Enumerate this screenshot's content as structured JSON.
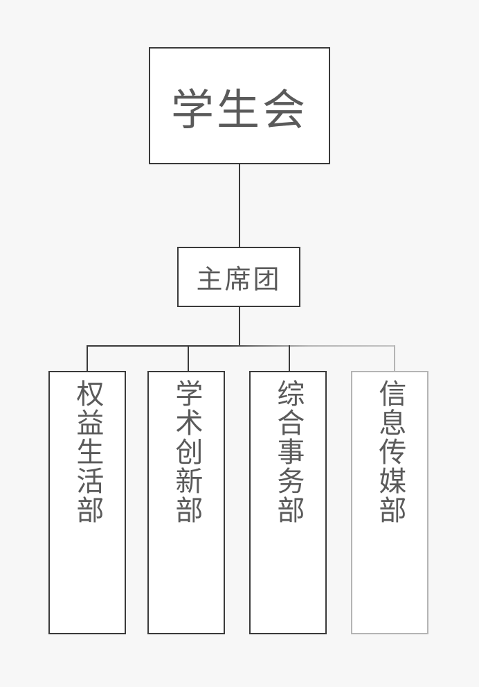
{
  "chart": {
    "type": "organization-chart",
    "orientation": "top-down",
    "background_color": "#f7f7f7",
    "node_fill_color": "#ffffff",
    "text_color": "#5a5a5a",
    "border_color": "#3a3a3a",
    "muted_border_color": "#b4b4b4",
    "levels": 3
  },
  "root": {
    "label": "学生会",
    "level": 1
  },
  "presidium": {
    "label": "主席团",
    "level": 2
  },
  "departments": [
    {
      "label": "权益生活部",
      "level": 3,
      "orientation": "vertical",
      "muted": false
    },
    {
      "label": "学术创新部",
      "level": 3,
      "orientation": "vertical",
      "muted": false
    },
    {
      "label": "综合事务部",
      "level": 3,
      "orientation": "vertical",
      "muted": false
    },
    {
      "label": "信息传媒部",
      "level": 3,
      "orientation": "vertical",
      "muted": true
    }
  ]
}
